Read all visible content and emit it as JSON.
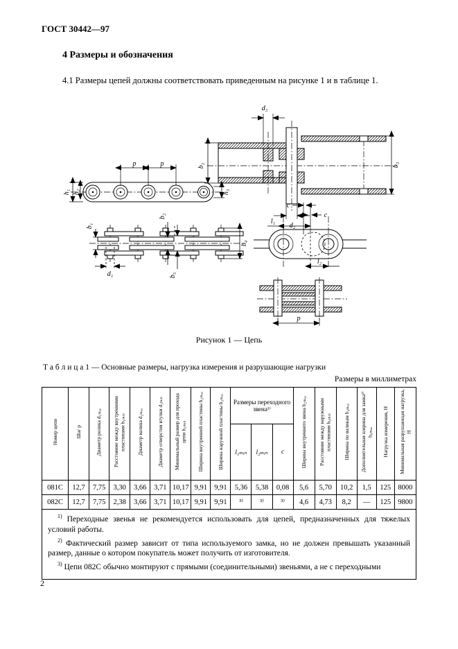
{
  "doc": {
    "code": "ГОСТ 30442—97",
    "page_number": "2",
    "section_title": "4  Размеры и обозначения",
    "section_paragraph": "4.1  Размеры цепей должны соответствовать приведенным на рисунке 1 и в таблице 1."
  },
  "figure": {
    "caption": "Рисунок 1 — Цепь",
    "labels": {
      "cross_d3": "d₃",
      "cross_b2": "b₂",
      "cross_b3": "b₃",
      "cross_d2": "d₂",
      "side_p1": "p",
      "side_p2": "p",
      "side_h1": "h₁",
      "side_h2": "h₂",
      "side_h3": "h₃",
      "plan_b1": "b₁",
      "plan_d1": "d₁",
      "plan_b2": "b₂",
      "plan_b5": "b₅",
      "plan_b4": "b₄",
      "link_c1": "c",
      "link_c2": "c",
      "link_l1": "l₁",
      "link_l2": "l₂",
      "bottom_p": "p"
    }
  },
  "table": {
    "caption": "Т а б л и ц а   1 — Основные размеры, нагрузка измерения и разрушающие нагрузки",
    "units_note": "Размеры в миллиметрах",
    "headers": {
      "left": [
        "Номер цепи",
        "Шаг p",
        "Диаметр ролика d₁ₘₐₓ",
        "Расстояние между внутренними пластинами b₁ₘᵢₙ",
        "Диаметр валика d₂ₘₐₓ",
        "Диаметр отверстия втулки d₃ₘᵢₙ",
        "Минимальный размер для прохода цепи h₁ₘᵢₙ",
        "Ширина внутренней пластины h₂ₘₐₓ",
        "Ширина наружной пластины h₃ₘₐₓ"
      ],
      "group_label": "Размеры переходного звена¹⁾",
      "sub": [
        "l₁ₘᵢₙ",
        "l₂ₘᵢₙ",
        "c"
      ],
      "right": [
        "Ширина внутреннего звена b₂ₘₐₓ",
        "Расстояние между наружными пластинами b₅ₘᵢₙ",
        "Ширина по валикам b₄ₘₐₓ",
        "Дополнительная ширина для замка²⁾ b₆ₘₐₓ",
        "Нагрузка измерения, Н",
        "Минимальная разрушающая нагрузка, Н"
      ]
    },
    "rows": [
      [
        "081С",
        "12,7",
        "7,75",
        "3,30",
        "3,66",
        "3,71",
        "10,17",
        "9,91",
        "9,91",
        "5,36",
        "5,38",
        "0,08",
        "5,6",
        "5,70",
        "10,2",
        "1,5",
        "125",
        "8000"
      ],
      [
        "082С",
        "12,7",
        "7,75",
        "2,38",
        "3,66",
        "3,71",
        "10,17",
        "9,91",
        "9,91",
        "³⁾",
        "³⁾",
        "³⁾",
        "4,6",
        "4,73",
        "8,2",
        "—",
        "125",
        "9800"
      ]
    ],
    "footnotes": [
      {
        "ref": "1)",
        "text": "Переходные звенья не рекомендуется использовать для цепей, предназначенных для тяжелых условий работы."
      },
      {
        "ref": "2)",
        "text": "Фактический размер зависит от типа используемого замка, но не должен превышать указанный размер, данные о котором покупатель может получить от изготовителя."
      },
      {
        "ref": "3)",
        "text": "Цепи 082С обычно монтируют с прямыми (соединительными) звеньями, а не с переходными"
      }
    ]
  }
}
